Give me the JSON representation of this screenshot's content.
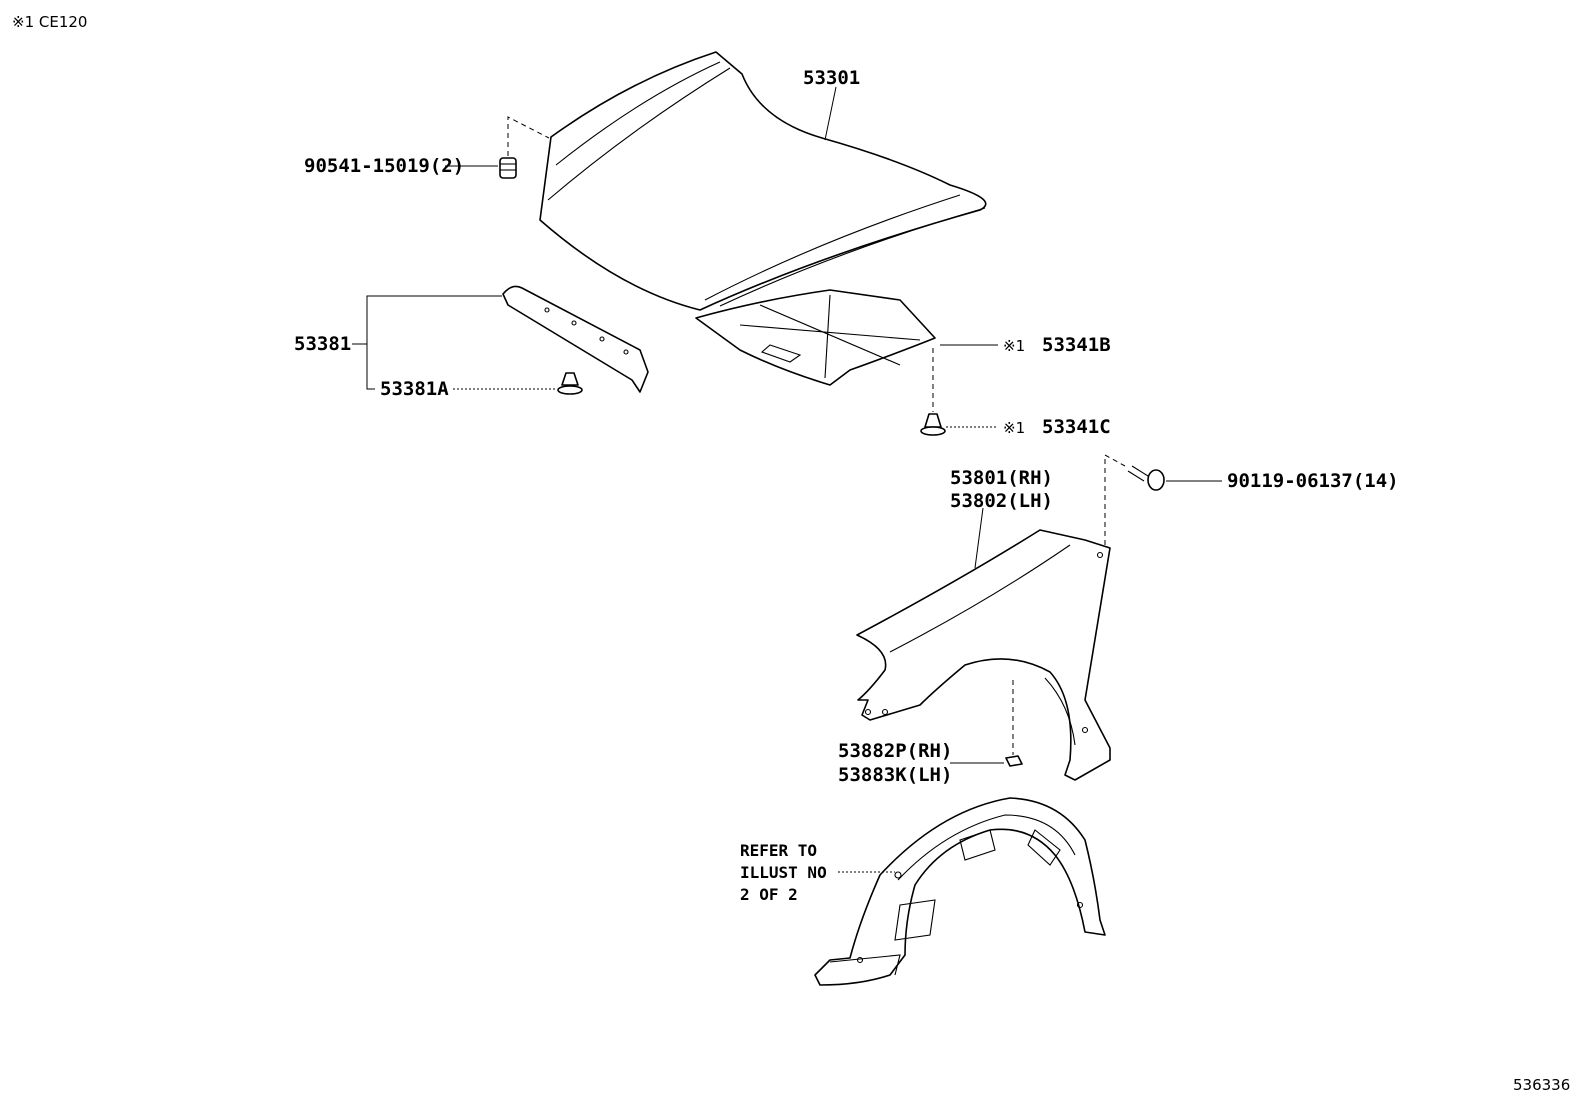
{
  "header_note": "※1 CE120",
  "illustration_number": "536336",
  "callouts": {
    "hood": "53301",
    "hood_bumper": "90541-15019(2)",
    "hood_seal": "53381",
    "hood_seal_clip": "53381A",
    "insulator_prefix_b": "※1",
    "insulator": "53341B",
    "insulator_clip_prefix_c": "※1",
    "insulator_clip": "53341C",
    "fender_bolt": "90119-06137(14)",
    "fender_rh": "53801(RH)",
    "fender_lh": "53802(LH)",
    "fender_bracket_rh": "53882P(RH)",
    "fender_bracket_lh": "53883K(LH)",
    "liner_ref_line1": "REFER TO",
    "liner_ref_line2": "ILLUST NO",
    "liner_ref_line3": "2 OF 2"
  }
}
